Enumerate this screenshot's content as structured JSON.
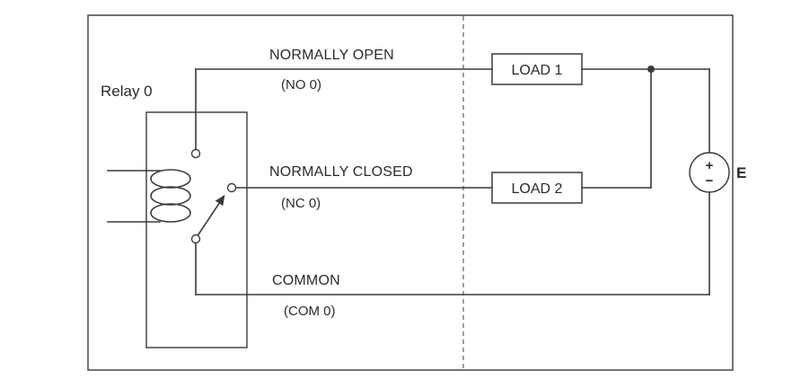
{
  "diagram": {
    "relay_label": "Relay 0",
    "terminals": {
      "no": {
        "name": "NORMALLY OPEN",
        "code": "(NO 0)"
      },
      "nc": {
        "name": "NORMALLY CLOSED",
        "code": "(NC 0)"
      },
      "com": {
        "name": "COMMON",
        "code": "(COM 0)"
      }
    },
    "loads": [
      {
        "label": "LOAD 1"
      },
      {
        "label": "LOAD 2"
      }
    ],
    "source": {
      "label": "E",
      "plus": "+",
      "minus": "−"
    },
    "colors": {
      "line": "#3a3a3a",
      "dashed": "#6a6a6a",
      "background": "#ffffff"
    }
  }
}
